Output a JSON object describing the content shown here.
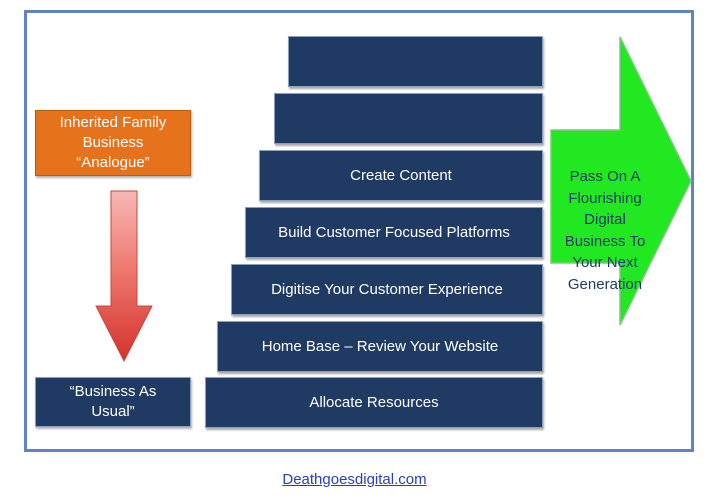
{
  "left_top_box": {
    "lines": [
      "Inherited Family",
      "Business",
      "“Analogue”"
    ]
  },
  "left_bottom_box": {
    "lines": [
      "“Business As",
      "Usual”"
    ]
  },
  "steps": [
    {
      "label": ""
    },
    {
      "label": ""
    },
    {
      "label": "Create Content"
    },
    {
      "label": "Build Customer Focused Platforms"
    },
    {
      "label": "Digitise Your Customer Experience"
    },
    {
      "label": "Home Base – Review Your Website"
    },
    {
      "label": "Allocate Resources"
    }
  ],
  "big_arrow": {
    "lines": [
      "Pass On A",
      "Flourishing",
      "Digital",
      "Business To",
      "Your Next",
      "Generation"
    ]
  },
  "footer": {
    "link_text": "Deathgoesdigital.com"
  },
  "colors": {
    "step_fill": "#1f3b63",
    "orange": "#e6731b",
    "green": "#22e822",
    "red_arrow": "#d93a2f",
    "frame": "#5e84c6"
  }
}
